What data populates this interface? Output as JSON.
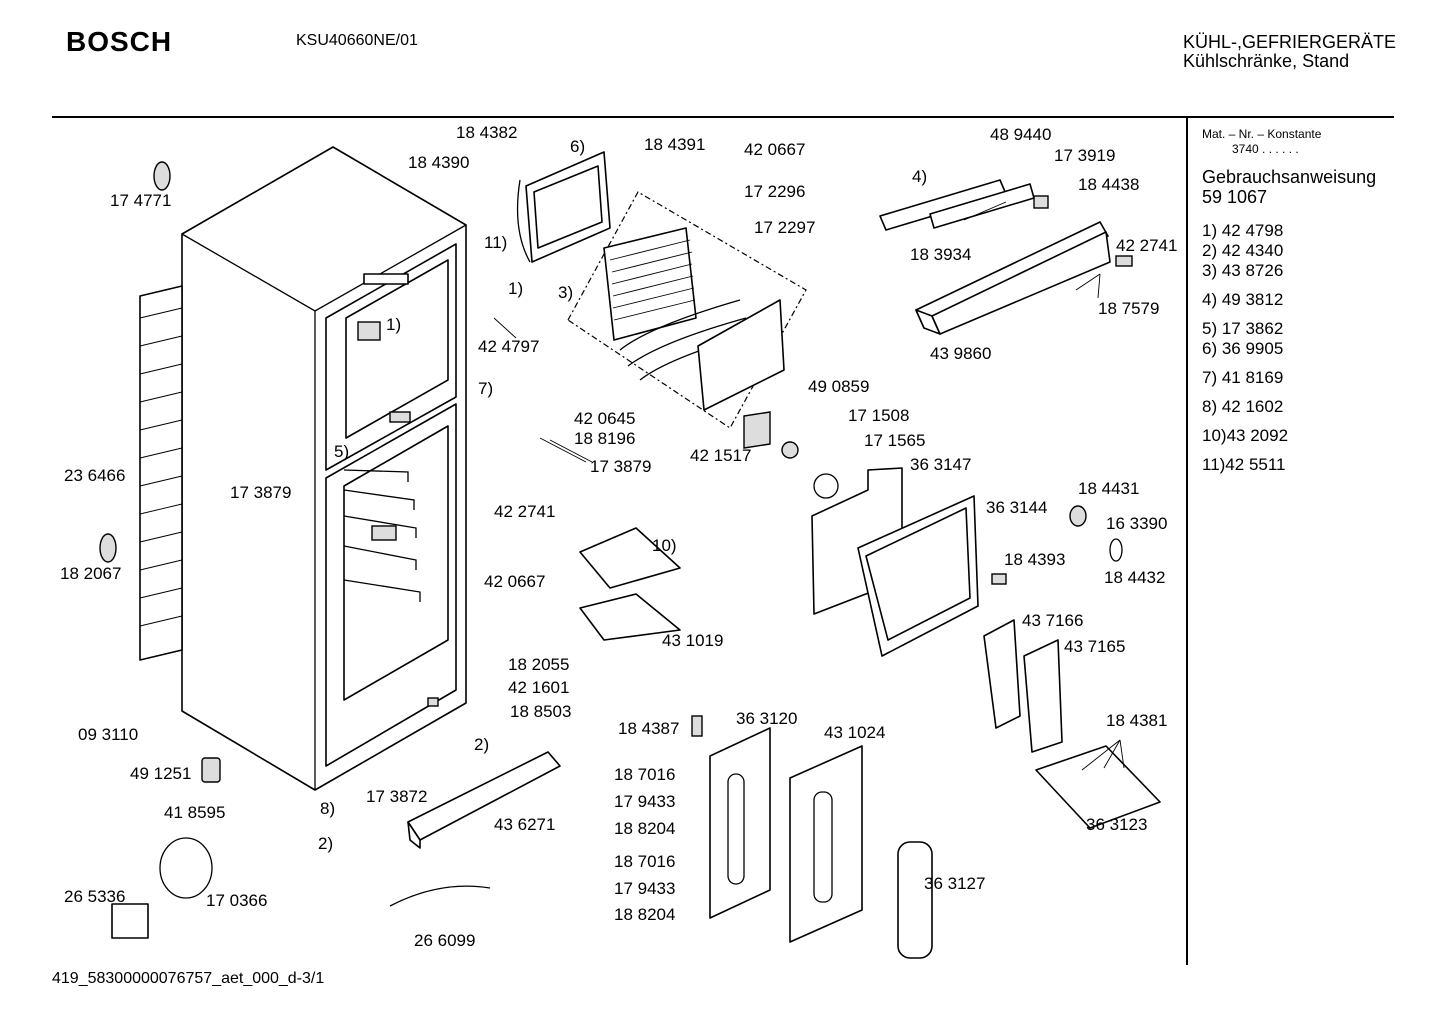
{
  "header": {
    "brand": "BOSCH",
    "model": "KSU40660NE/01",
    "category_line1": "KÜHL-,GEFRIERGERÄTE",
    "category_line2": "Kühlschränke, Stand"
  },
  "sidebar": {
    "konstante_label": "Mat. – Nr. – Konstante",
    "konstante_value": "3740 . .   . . . .",
    "manual_label": "Gebrauchsanweisung",
    "manual_number": "59 1067",
    "groups": [
      [
        "1) 42 4798",
        "2) 42 4340",
        "3) 43 8726"
      ],
      [
        "4) 49 3812"
      ],
      [
        "5) 17 3862",
        "6) 36 9905"
      ],
      [
        "7) 41 8169"
      ],
      [
        "8) 42 1602"
      ],
      [
        "10)43 2092"
      ],
      [
        "11)42 5511"
      ]
    ]
  },
  "footer": {
    "doc_id": "419_58300000076757_aet_000_d-3/1"
  },
  "callouts": [
    "17 4771",
    "18 4382",
    "18 4390",
    "6)",
    "18 4391",
    "42 0667",
    "17 2296",
    "17 2297",
    "48 9440",
    "17 3919",
    "4)",
    "18 4438",
    "18 3934",
    "42 2741",
    "18 7579",
    "43 9860",
    "11)",
    "1)",
    "1)",
    "42 4797",
    "3)",
    "7)",
    "42 0645",
    "18 8196",
    "17 3879",
    "17 3879",
    "5)",
    "42 1517",
    "49 0859",
    "17 1508",
    "17 1565",
    "36 3147",
    "36 3144",
    "18 4431",
    "16 3390",
    "18 4432",
    "18 4393",
    "23 6466",
    "18 2067",
    "42 2741",
    "10)",
    "42 0667",
    "43 1019",
    "43 7166",
    "43 7165",
    "18 2055",
    "42 1601",
    "18 8503",
    "18 4381",
    "36 3123",
    "09 3110",
    "2)",
    "18 4387",
    "36 3120",
    "43 1024",
    "49 1251",
    "18 7016",
    "17 9433",
    "18 8204",
    "41 8595",
    "8)",
    "17 3872",
    "43 6271",
    "2)",
    "18 7016",
    "17 9433",
    "18 8204",
    "26 5336",
    "17 0366",
    "36 3127",
    "26 6099"
  ]
}
